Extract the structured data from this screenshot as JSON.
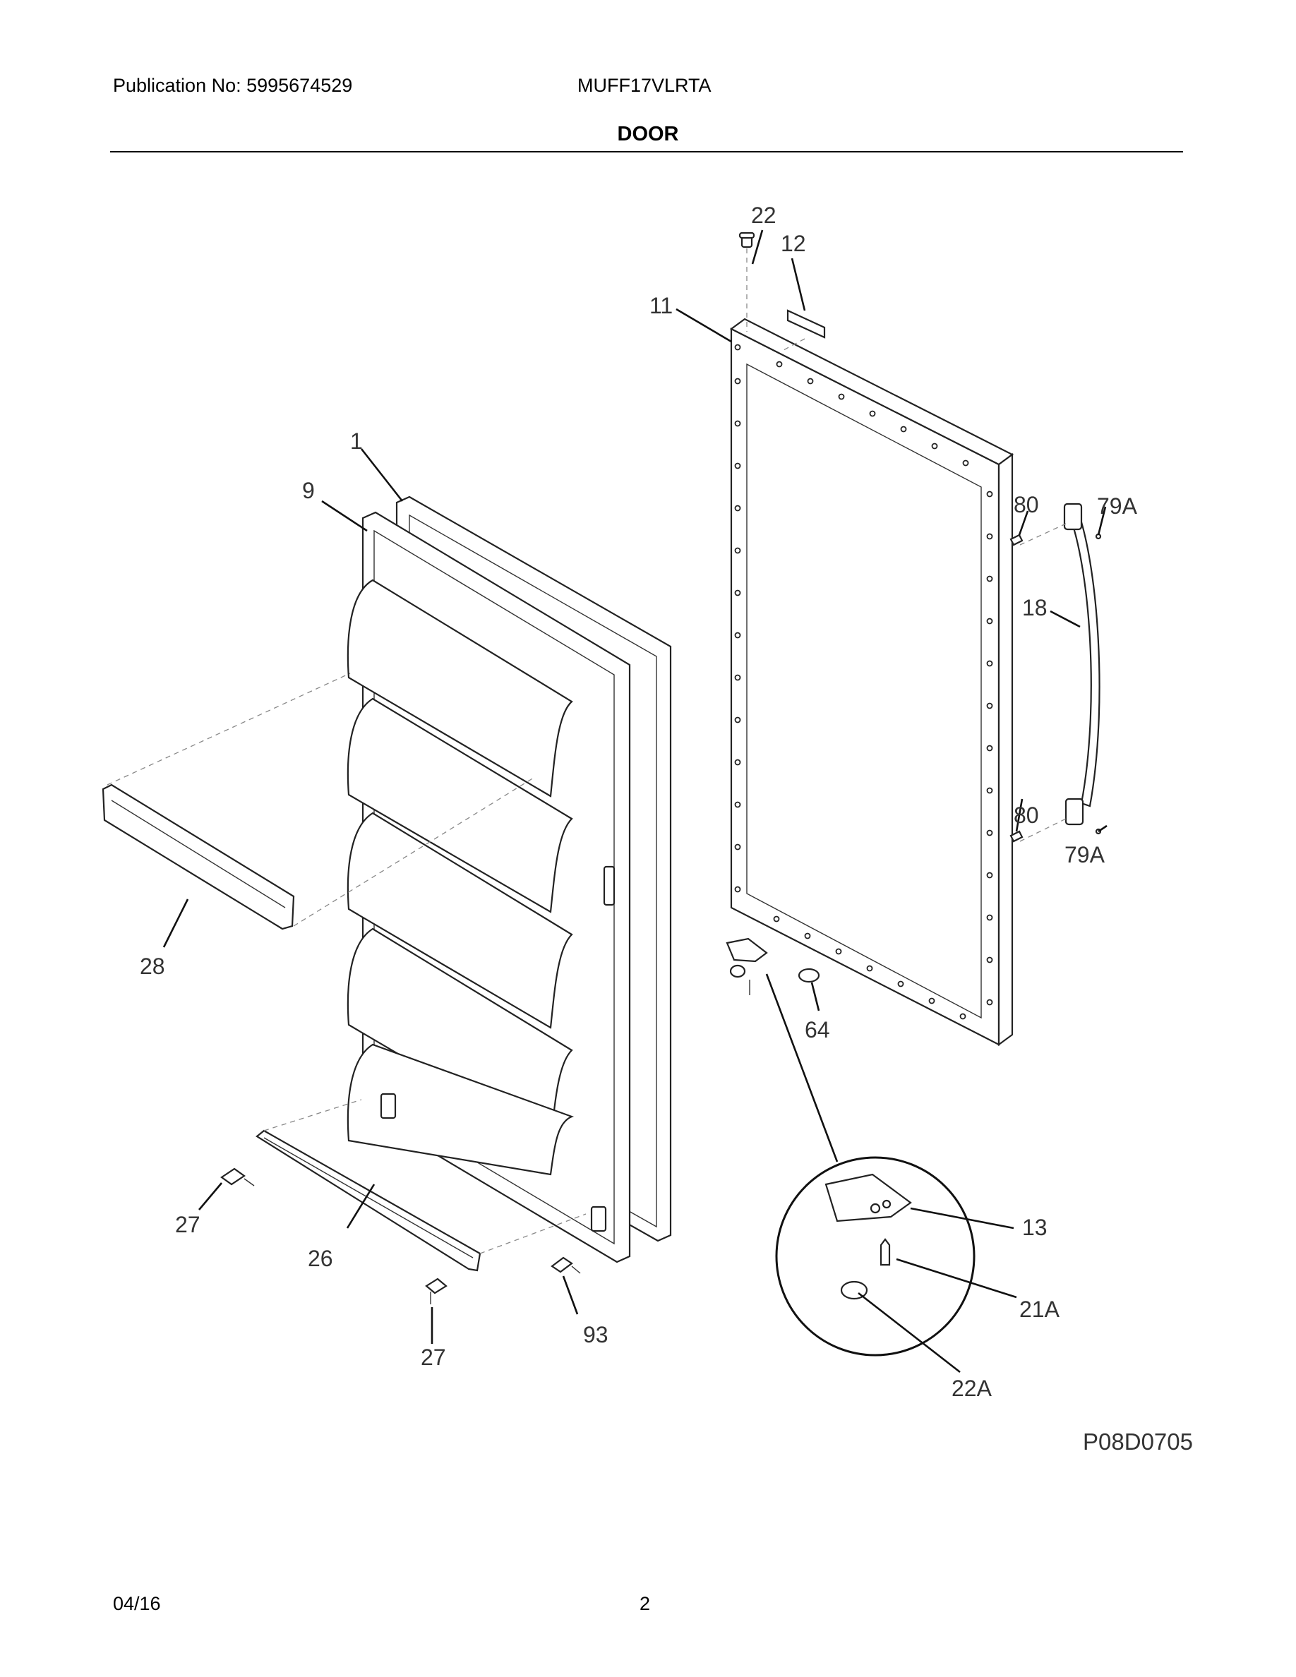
{
  "header": {
    "publication": "Publication No: 5995674529",
    "model": "MUFF17VLRTA",
    "section_title": "DOOR"
  },
  "diagram": {
    "callouts": [
      "22",
      "12",
      "11",
      "1",
      "9",
      "80",
      "79A",
      "18",
      "80",
      "79A",
      "28",
      "64",
      "13",
      "21A",
      "22A",
      "27",
      "26",
      "27",
      "93"
    ],
    "drawing_code": "P08D0705"
  },
  "footer": {
    "date": "04/16",
    "page": "2"
  }
}
